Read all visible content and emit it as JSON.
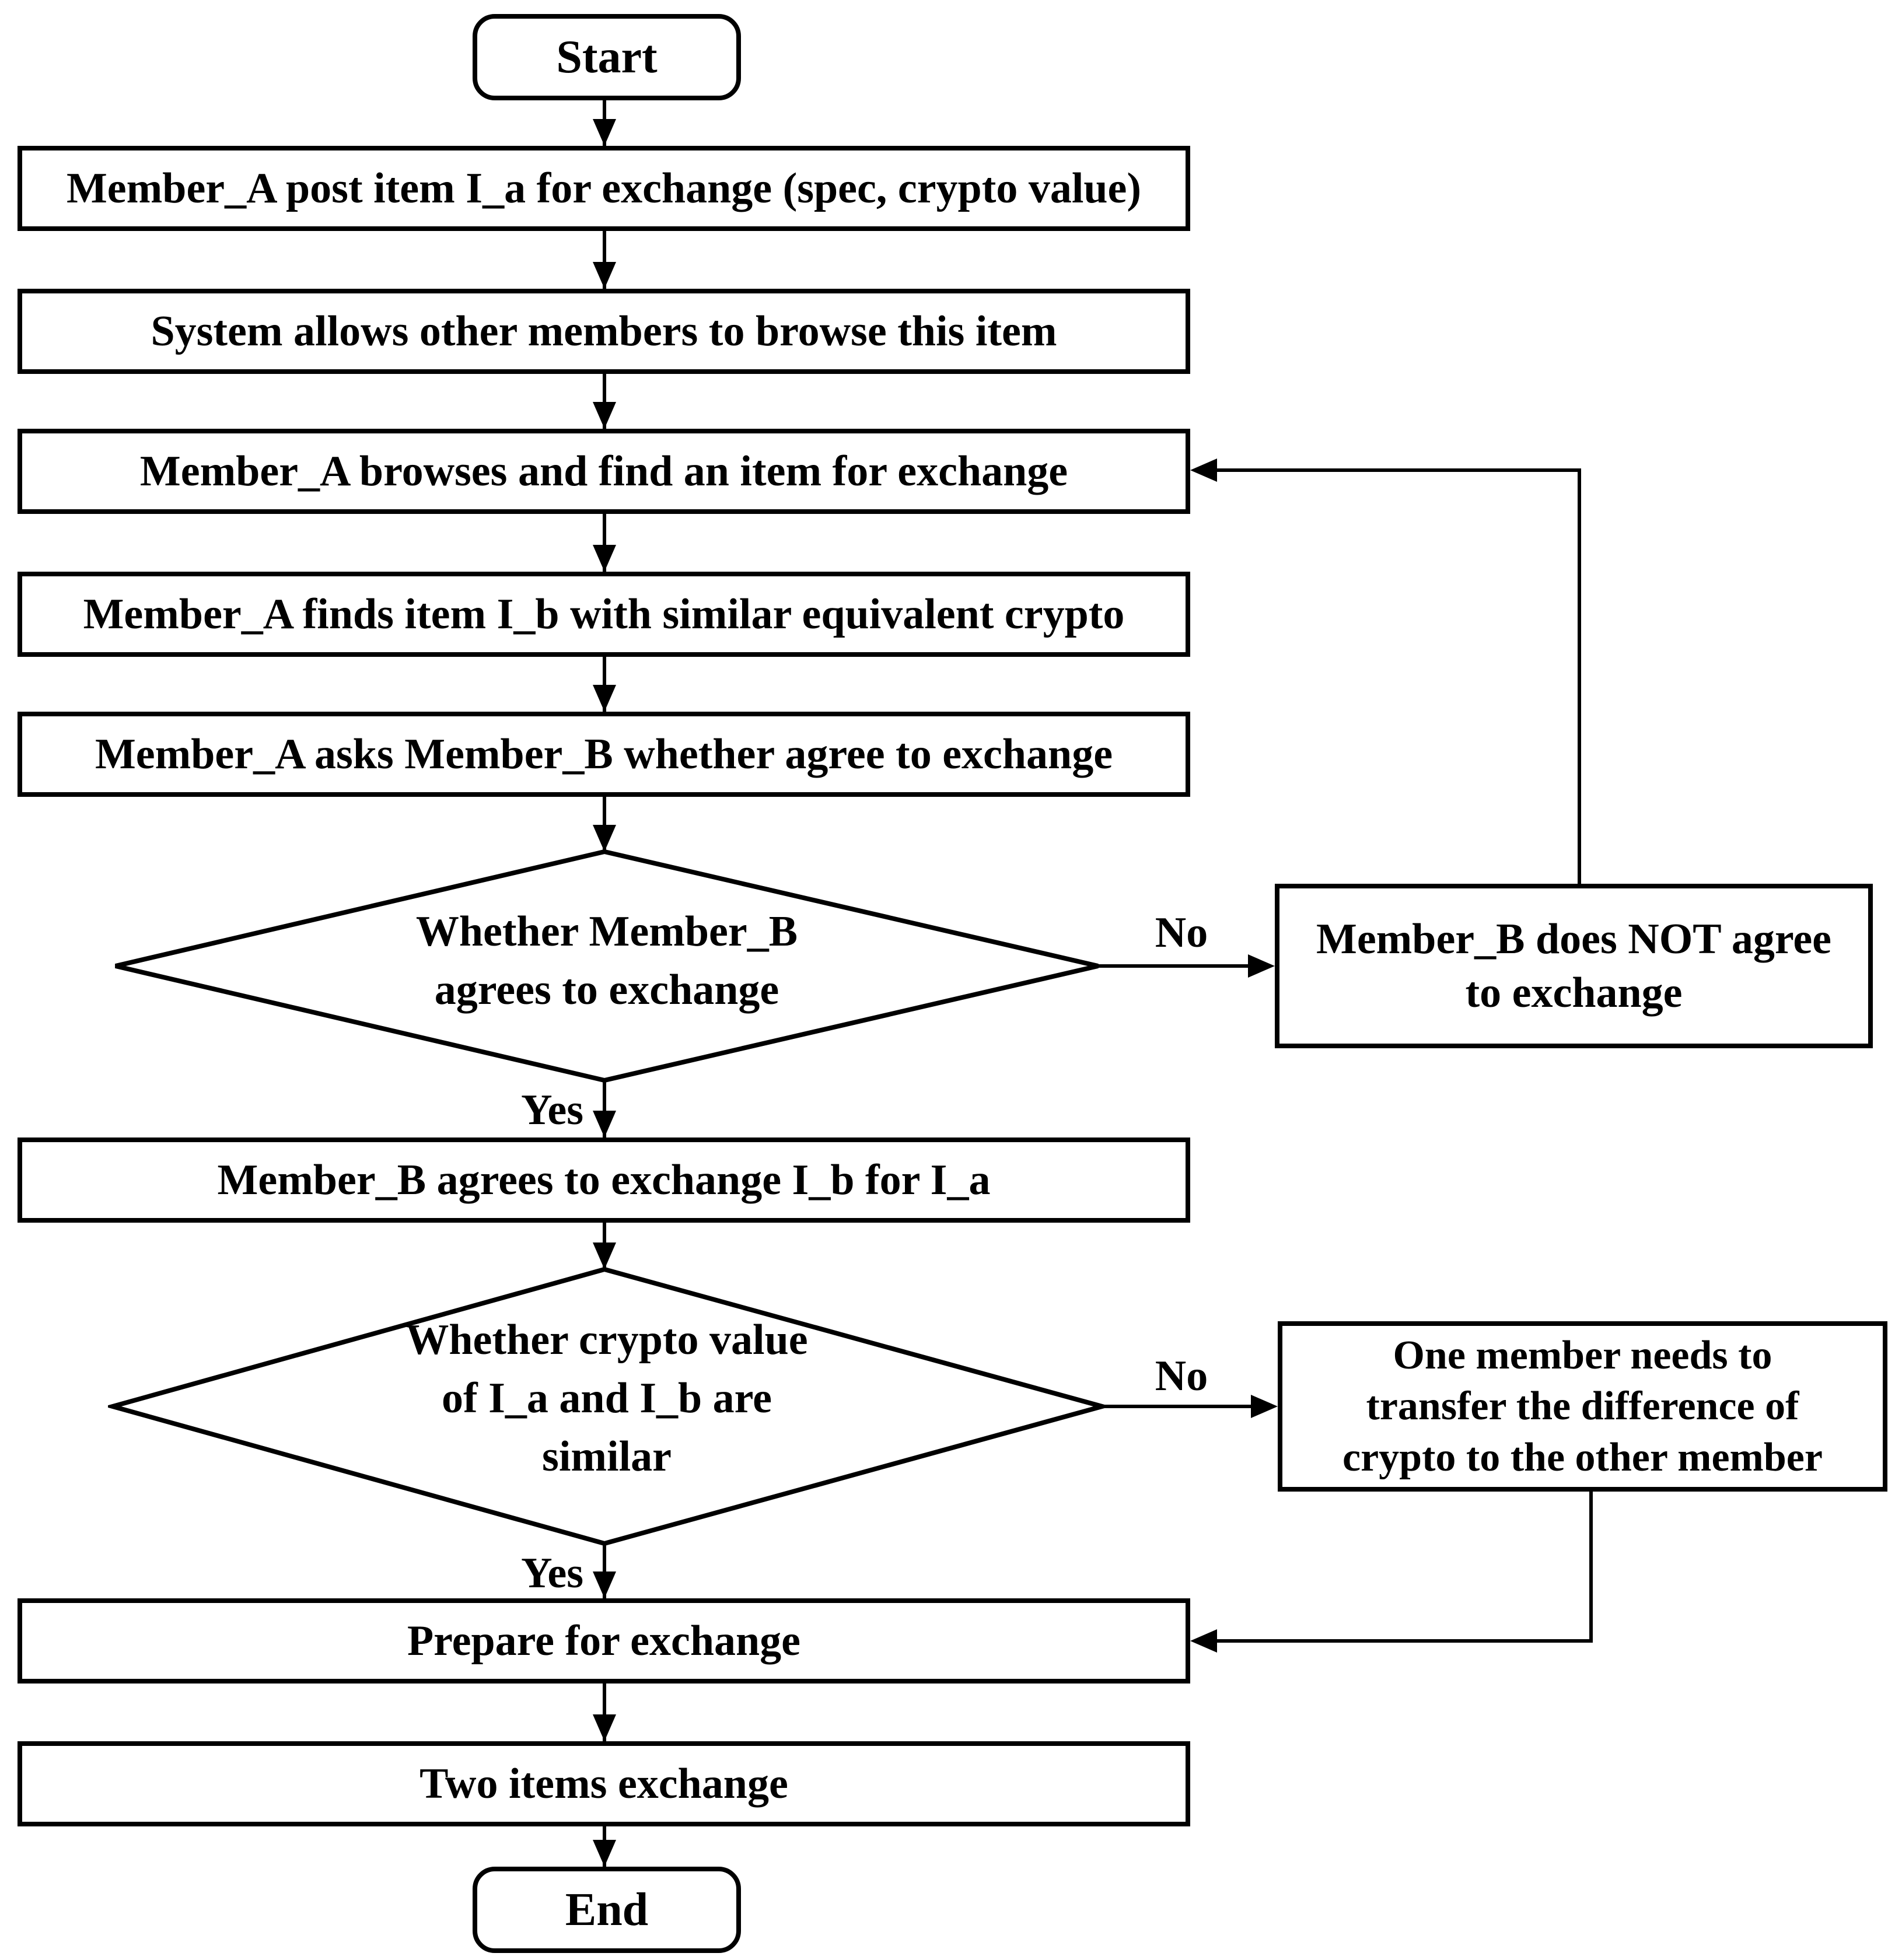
{
  "flowchart": {
    "nodes": {
      "start": {
        "label": "Start"
      },
      "post_item": {
        "label": "Member_A post item I_a for exchange (spec, crypto value)"
      },
      "system_allows": {
        "label": "System allows other members to browse this item"
      },
      "browses": {
        "label": "Member_A browses and find an item for exchange"
      },
      "finds_item": {
        "label": "Member_A finds item I_b with similar equivalent crypto"
      },
      "asks": {
        "label": "Member_A asks Member_B whether agree to exchange"
      },
      "decision_agree": {
        "label": "Whether Member_B\nagrees to exchange"
      },
      "not_agree": {
        "label": "Member_B does NOT agree\nto exchange"
      },
      "agrees": {
        "label": "Member_B agrees to exchange I_b for I_a"
      },
      "decision_value": {
        "label": "Whether crypto value\nof I_a and I_b are\nsimilar"
      },
      "transfer_diff": {
        "label": "One member needs to\ntransfer the difference of\ncrypto to the other member"
      },
      "prepare": {
        "label": "Prepare for exchange"
      },
      "two_items": {
        "label": "Two items exchange"
      },
      "end": {
        "label": "End"
      }
    },
    "edge_labels": {
      "agree_no": "No",
      "agree_yes": "Yes",
      "value_no": "No",
      "value_yes": "Yes"
    },
    "colors": {
      "stroke": "#000000",
      "fill": "#ffffff",
      "text": "#000000"
    }
  }
}
